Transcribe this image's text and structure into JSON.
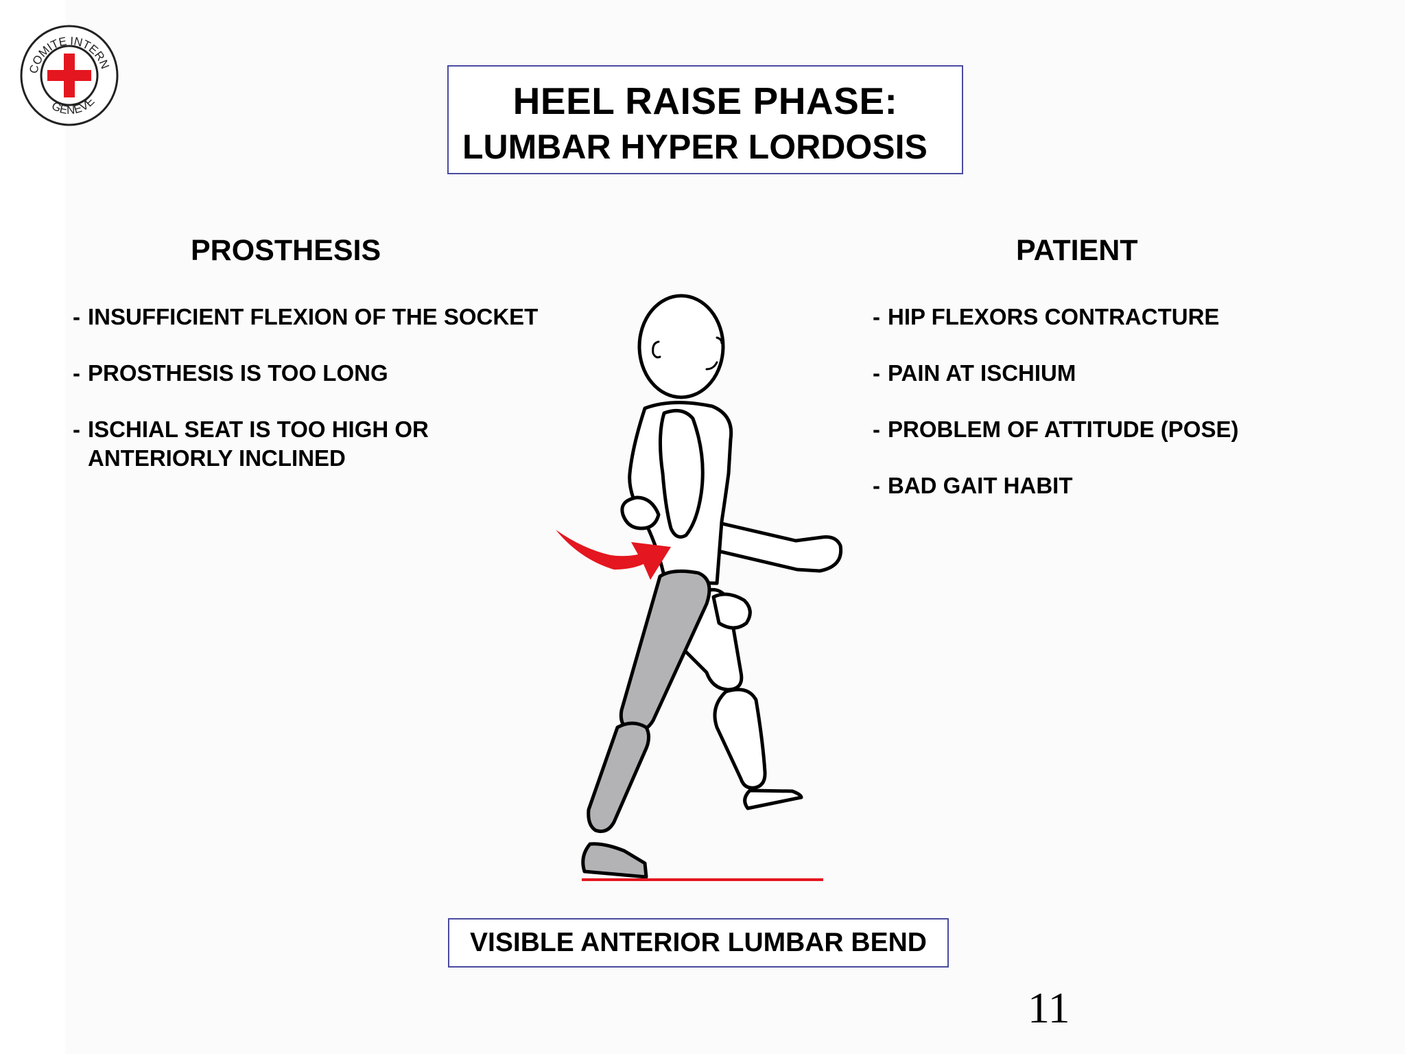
{
  "logo": {
    "text_top": "INTERNATIONAL",
    "text_left": "COMITE",
    "text_bottom": "GENEVE",
    "cross_color": "#e4161f"
  },
  "title": {
    "main": "HEEL RAISE PHASE:",
    "sub": "LUMBAR HYPER LORDOSIS"
  },
  "prosthesis": {
    "heading": "PROSTHESIS",
    "items": [
      {
        "line1": "INSUFFICIENT FLEXION OF THE SOCKET"
      },
      {
        "line1": "PROSTHESIS IS TOO LONG"
      },
      {
        "line1": "ISCHIAL SEAT IS TOO HIGH OR",
        "line2": "ANTERIORLY INCLINED"
      }
    ]
  },
  "patient": {
    "heading": "PATIENT",
    "items": [
      "HIP FLEXORS CONTRACTURE",
      "PAIN AT ISCHIUM",
      "PROBLEM OF ATTITUDE (POSE)",
      "BAD GAIT HABIT"
    ]
  },
  "figure": {
    "arrow_color": "#e4161f",
    "prosthesis_color": "#b3b2b4",
    "ground_line_color": "#e4161f"
  },
  "bottom_label": "VISIBLE ANTERIOR LUMBAR BEND",
  "page_number": "11"
}
